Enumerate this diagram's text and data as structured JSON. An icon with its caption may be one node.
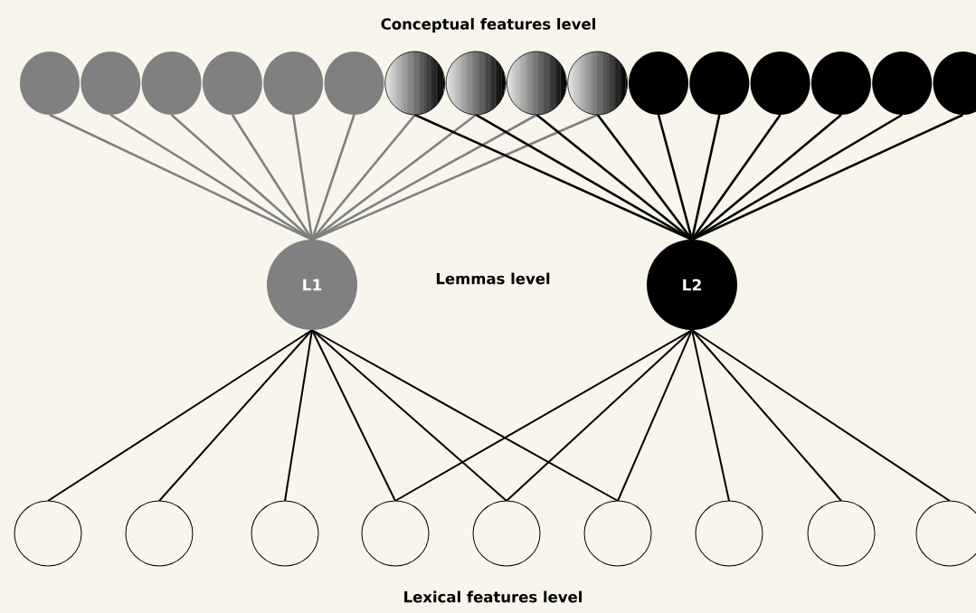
{
  "diagram": {
    "title": "Conceptual features level",
    "nodes": [
      {
        "text": [],
        "shape": "circle"
      },
      {
        "text": [],
        "shape": "circle"
      },
      {
        "text": [],
        "shape": "circle"
      },
      {
        "text": [],
        "shape": "circle"
      },
      {
        "text": [],
        "shape": "circle"
      },
      {
        "text": [],
        "shape": "circle"
      },
      {
        "text": [],
        "shape": "circle"
      },
      {
        "text": [],
        "shape": "circle"
      },
      {
        "text": [],
        "shape": "circle"
      },
      {
        "text": [],
        "shape": "circle"
      },
      {
        "text": [],
        "shape": "circle"
      },
      {
        "text": [],
        "shape": "circle"
      },
      {
        "text": [],
        "shape": "circle"
      },
      {
        "text": [],
        "shape": "circle"
      },
      {
        "text": [],
        "shape": "circle"
      },
      {
        "text": [],
        "shape": "circle"
      },
      {
        "text": [
          "L1"
        ]
      },
      {
        "text": [
          "L2"
        ]
      },
      {
        "text": [],
        "shape": "circle"
      },
      {
        "text": [],
        "shape": "circle"
      },
      {
        "text": [],
        "shape": "circle"
      },
      {
        "text": [],
        "shape": "circle"
      },
      {
        "text": [],
        "shape": "circle"
      },
      {
        "text": [],
        "shape": "circle"
      },
      {
        "text": [],
        "shape": "circle"
      },
      {
        "text": [],
        "shape": "circle"
      },
      {
        "text": [],
        "shape": "circle"
      }
    ],
    "edges": [
      {
        "from": 0,
        "to": 16,
        "arrow": "none",
        "color": "#808080"
      },
      {
        "from": 1,
        "to": 16,
        "arrow": "none",
        "color": "#808080"
      },
      {
        "from": 2,
        "to": 16,
        "arrow": "none",
        "color": "#808080"
      },
      {
        "from": 3,
        "to": 16,
        "arrow": "none",
        "color": "#808080"
      },
      {
        "from": 4,
        "to": 16,
        "arrow": "none",
        "color": "#808080"
      },
      {
        "from": 5,
        "to": 16,
        "arrow": "none",
        "color": "#808080"
      },
      {
        "from": 6,
        "to": 16,
        "arrow": "none",
        "color": "#808080"
      },
      {
        "from": 7,
        "to": 16,
        "arrow": "none",
        "color": "#808080"
      },
      {
        "from": 8,
        "to": 16,
        "arrow": "none",
        "color": "#808080"
      },
      {
        "from": 9,
        "to": 16,
        "arrow": "none",
        "color": "#808080"
      },
      {
        "from": 6,
        "to": 17,
        "arrow": "none"
      },
      {
        "from": 7,
        "to": 17,
        "arrow": "none"
      },
      {
        "from": 8,
        "to": 17,
        "arrow": "none"
      },
      {
        "from": 9,
        "to": 17,
        "arrow": "none"
      },
      {
        "from": 10,
        "to": 17,
        "arrow": "none"
      },
      {
        "from": 11,
        "to": 17,
        "arrow": "none"
      },
      {
        "from": 12,
        "to": 17,
        "arrow": "none"
      },
      {
        "from": 13,
        "to": 17,
        "arrow": "none"
      },
      {
        "from": 14,
        "to": 17,
        "arrow": "none"
      },
      {
        "from": 15,
        "to": 17,
        "arrow": "none"
      },
      {
        "from": 16,
        "to": 18,
        "arrow": "none"
      },
      {
        "from": 16,
        "to": 19,
        "arrow": "none"
      },
      {
        "from": 16,
        "to": 20,
        "arrow": "none"
      },
      {
        "from": 16,
        "to": 21,
        "arrow": "none"
      },
      {
        "from": 16,
        "to": 22,
        "arrow": "none"
      },
      {
        "from": 16,
        "to": 23,
        "arrow": "none"
      },
      {
        "from": 17,
        "to": 21,
        "arrow": "none"
      },
      {
        "from": 17,
        "to": 22,
        "arrow": "none"
      },
      {
        "from": 17,
        "to": 23,
        "arrow": "none"
      },
      {
        "from": 17,
        "to": 24,
        "arrow": "none"
      },
      {
        "from": 17,
        "to": 25,
        "arrow": "none"
      },
      {
        "from": 17,
        "to": 26,
        "arrow": "none"
      }
    ],
    "labels": [
      "Lemmas level",
      "Lexical features level"
    ]
  }
}
